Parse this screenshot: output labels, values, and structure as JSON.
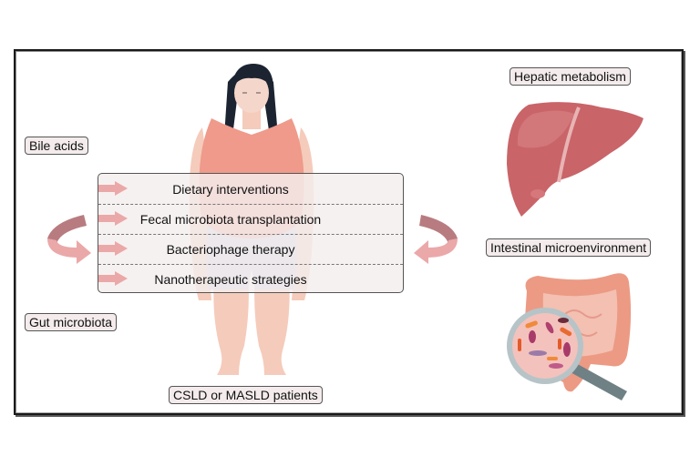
{
  "labels": {
    "bile_acids": "Bile acids",
    "gut_microbiota": "Gut microbiota",
    "patients": "CSLD or MASLD patients",
    "hepatic_metabolism": "Hepatic metabolism",
    "intestinal_microenvironment": "Intestinal microenvironment"
  },
  "treatments": [
    {
      "label": "Dietary interventions",
      "icon": "arrow-right-icon"
    },
    {
      "label": "Fecal microbiota transplantation",
      "icon": "arrow-right-icon"
    },
    {
      "label": "Bacteriophage therapy",
      "icon": "arrow-right-icon"
    },
    {
      "label": "Nanotherapeutic strategies",
      "icon": "arrow-right-icon"
    }
  ],
  "illustrations": {
    "person": "obese-woman-figure",
    "liver": "liver-icon",
    "intestine": "intestine-icon",
    "magnifier": "magnifying-glass-bacteria-icon",
    "left_cycle": "curved-cycle-arrow-left-icon",
    "right_cycle": "curved-cycle-arrow-right-icon"
  },
  "colors": {
    "arrow": "#eba8a8",
    "cycle_dark": "#b87c80",
    "cycle_light": "#eba8a8",
    "liver": "#c96468",
    "shirt": "#ef9a8a",
    "skin": "#f5cbbb",
    "shorts": "#c7ccdf",
    "hair": "#1c2431",
    "label_bg": "#f4ecec"
  }
}
